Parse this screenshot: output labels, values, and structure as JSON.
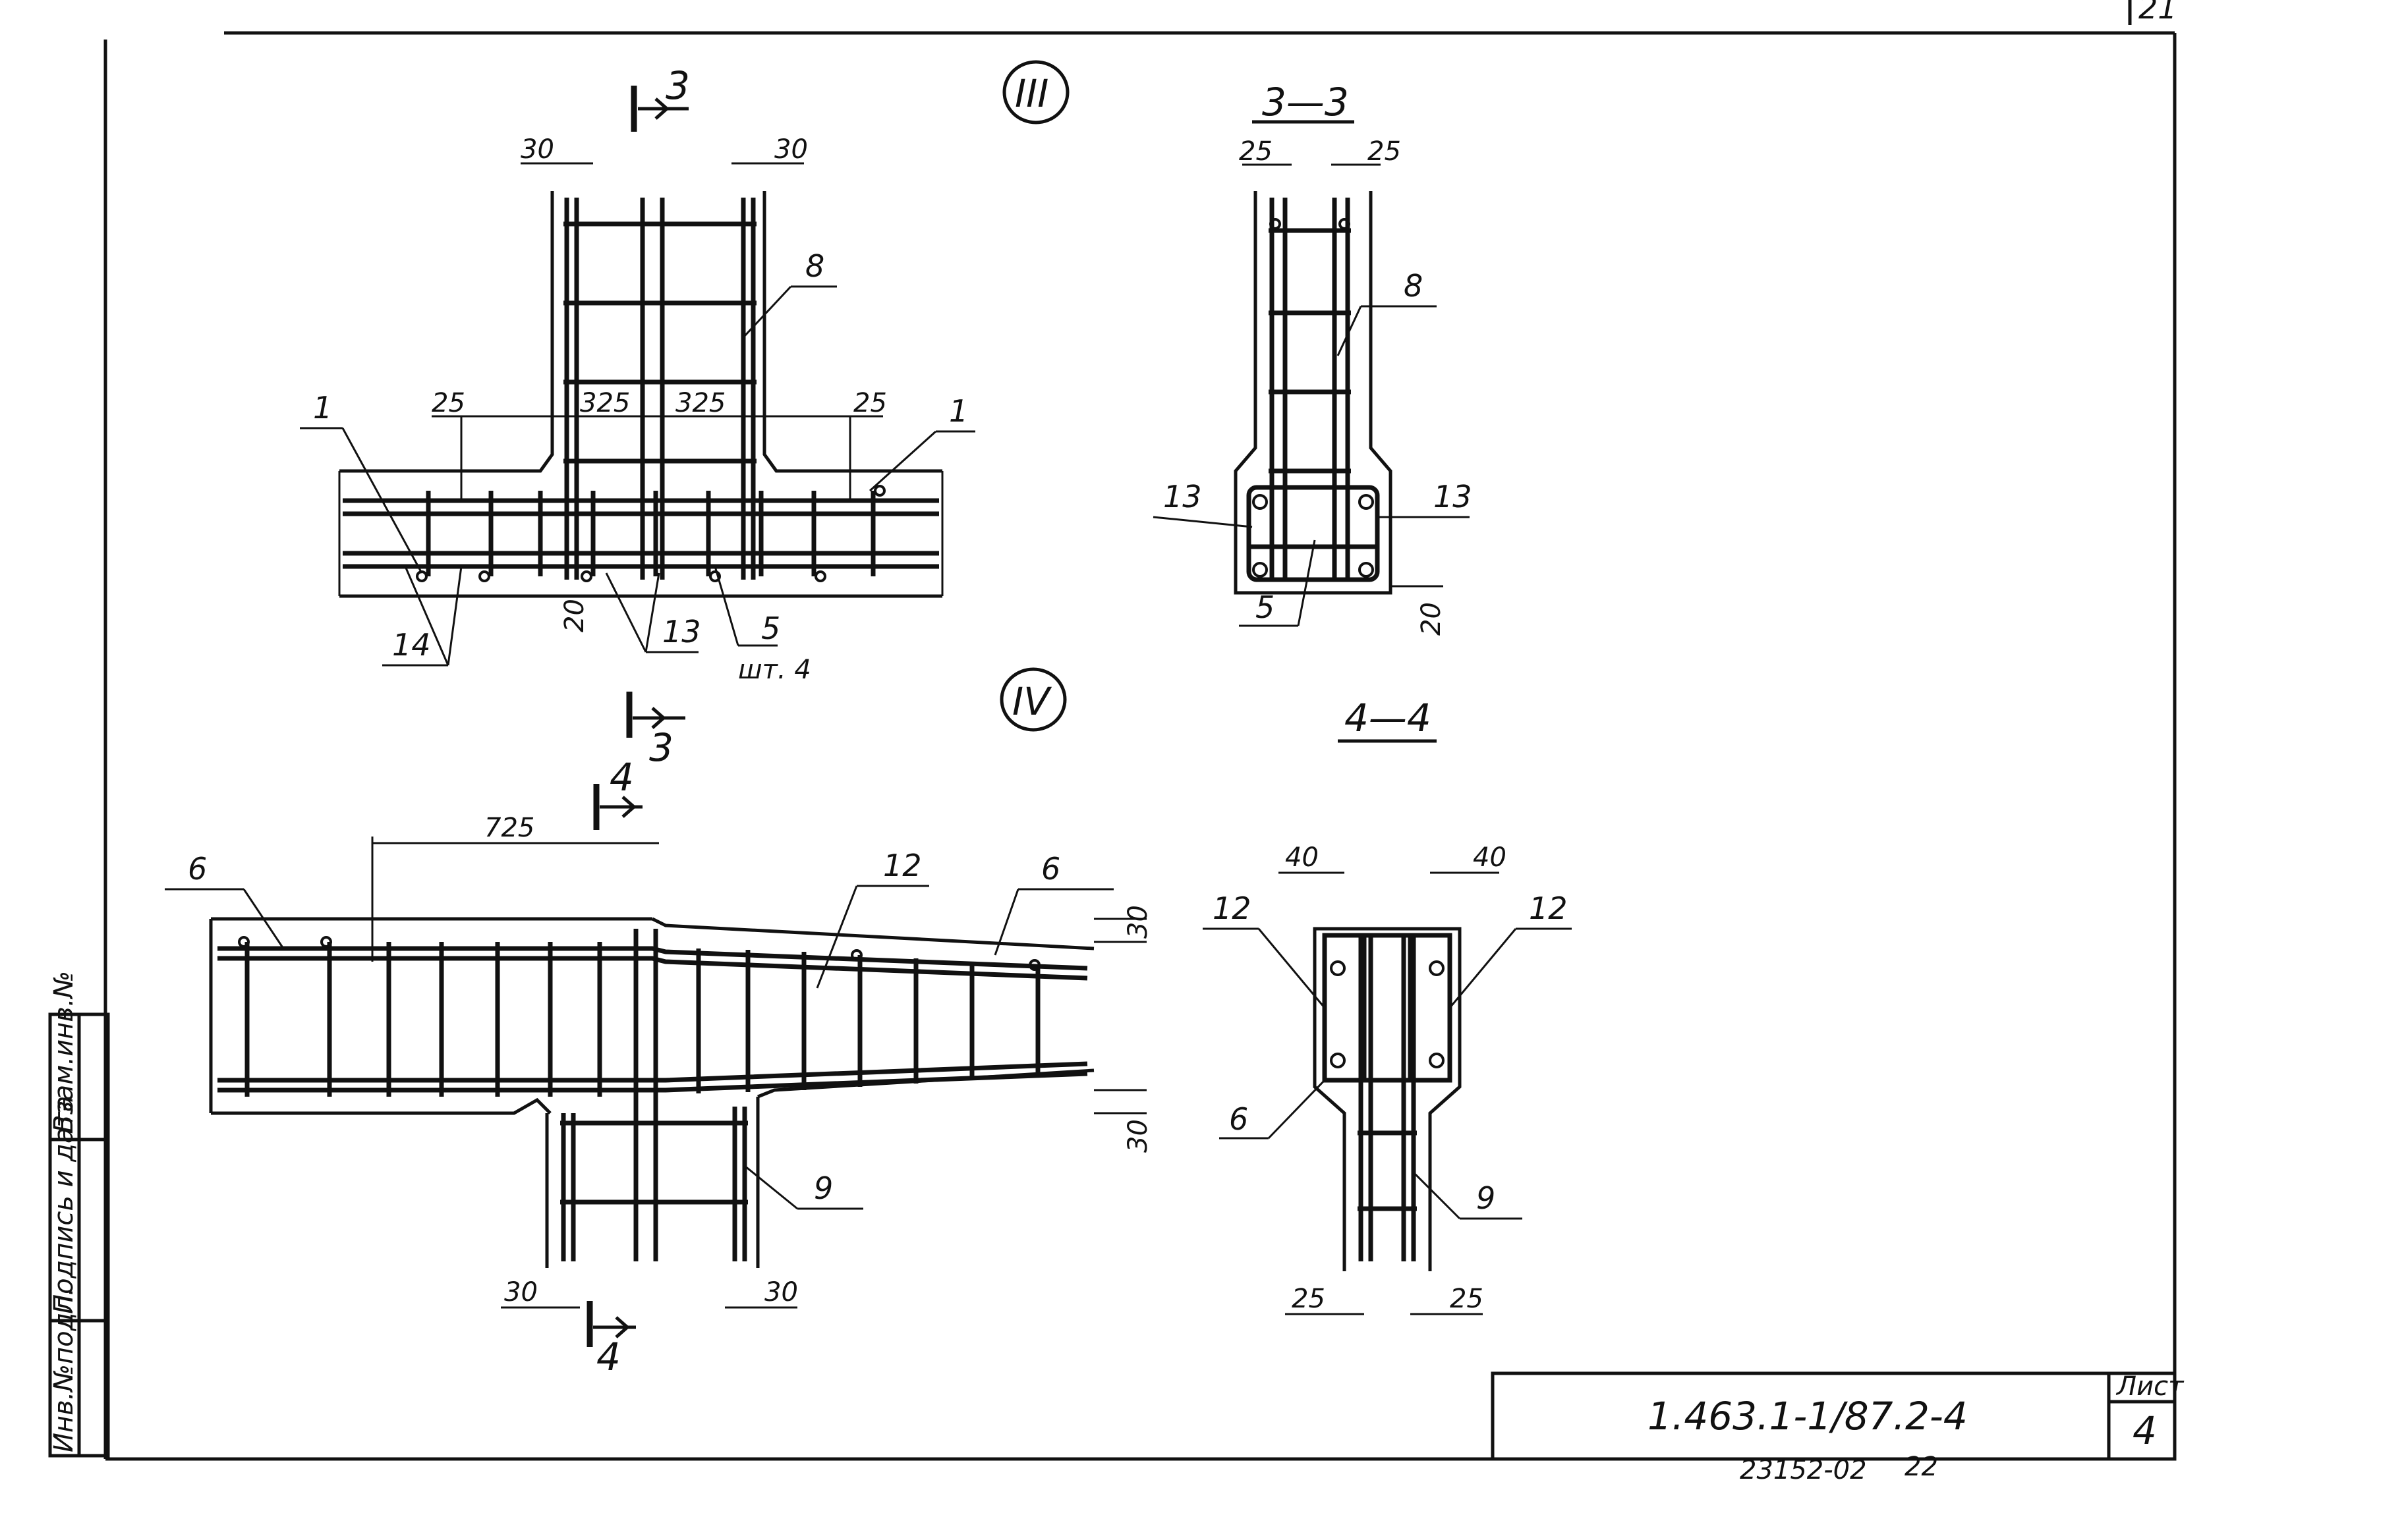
{
  "sheet_no_top": "21",
  "views": {
    "node3": {
      "label": "III",
      "section_mark": "3"
    },
    "node4": {
      "label": "IV",
      "section_mark": "4"
    }
  },
  "sections": {
    "s33": {
      "title": "3—3"
    },
    "s44": {
      "title": "4—4"
    }
  },
  "dims": {
    "d30": "30",
    "d25": "25",
    "d325": "325",
    "d20": "20",
    "d725": "725",
    "d40": "40"
  },
  "callouts": {
    "c1": "1",
    "c5": "5",
    "c6": "6",
    "c8": "8",
    "c9": "9",
    "c12": "12",
    "c13": "13",
    "c14": "14",
    "qty": "шт. 4"
  },
  "side_stamp": {
    "inv_no": "Инв.№подл.",
    "sign_date": "Подпись и дата",
    "replace_inv": "Взам.инв.№"
  },
  "title_block": {
    "doc_code": "1.463.1-1/87.2-4",
    "sheet_label": "Лист",
    "sheet_no": "4"
  },
  "footer": {
    "code": "23152-02",
    "page": "22"
  }
}
